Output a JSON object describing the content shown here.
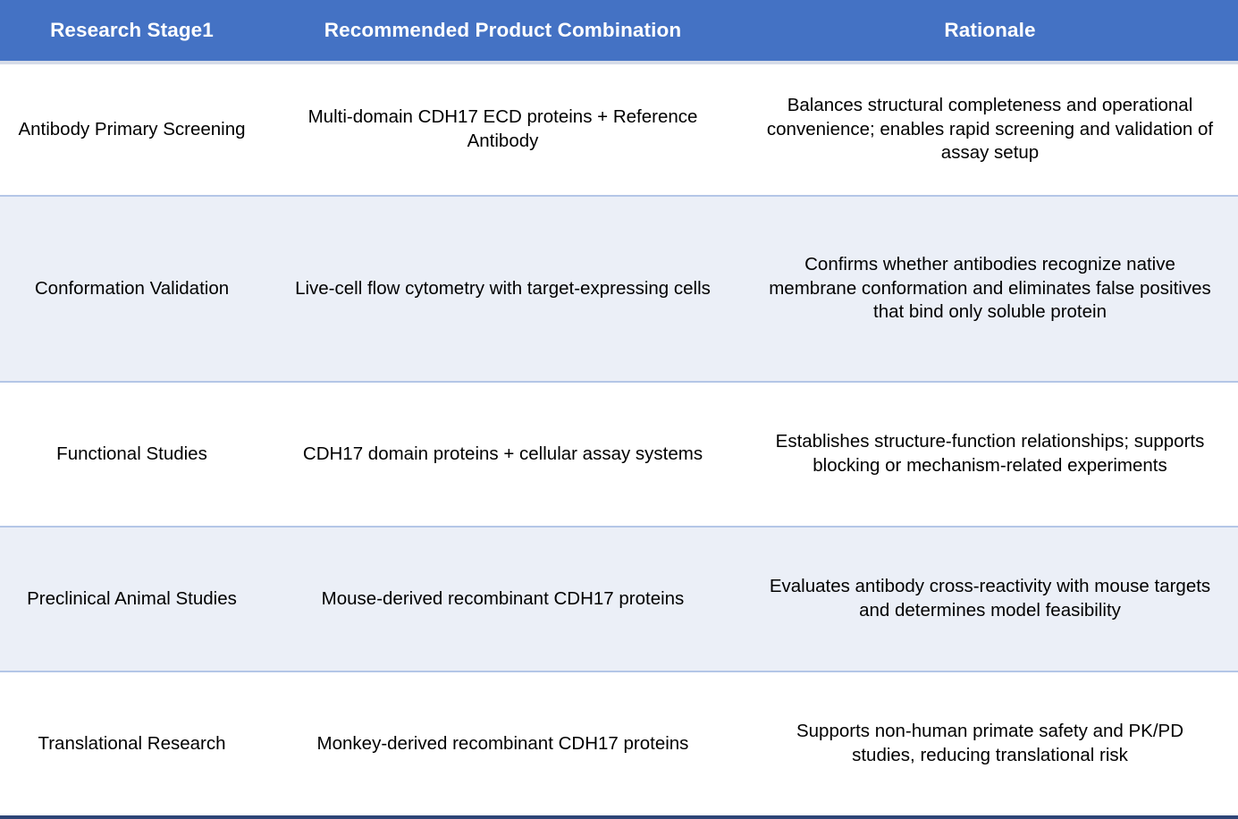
{
  "table": {
    "columns": [
      {
        "key": "stage",
        "label": "Research Stage1"
      },
      {
        "key": "combination",
        "label": "Recommended Product Combination"
      },
      {
        "key": "rationale",
        "label": "Rationale"
      }
    ],
    "rows": [
      {
        "stage": "Antibody Primary Screening",
        "combination": "Multi-domain CDH17 ECD proteins + Reference Antibody",
        "rationale": "Balances structural completeness and operational convenience; enables rapid screening and validation of assay setup"
      },
      {
        "stage": "Conformation Validation",
        "combination": "Live-cell flow cytometry with target-expressing cells",
        "rationale": "Confirms whether antibodies recognize native membrane conformation and eliminates false positives that bind only soluble protein"
      },
      {
        "stage": "Functional Studies",
        "combination": "CDH17 domain proteins + cellular assay systems",
        "rationale": "Establishes structure-function relationships; supports blocking or mechanism-related experiments"
      },
      {
        "stage": "Preclinical Animal Studies",
        "combination": "Mouse-derived recombinant CDH17 proteins",
        "rationale": "Evaluates antibody cross-reactivity with mouse targets and determines model feasibility"
      },
      {
        "stage": "Translational Research",
        "combination": "Monkey-derived recombinant CDH17 proteins",
        "rationale": "Supports non-human primate safety and PK/PD studies, reducing translational risk"
      }
    ]
  },
  "colors": {
    "header_background": "#4472C4",
    "header_text": "#FFFFFF",
    "header_underline": "#D6DCE8",
    "row_band_background": "#EBEFF7",
    "row_plain_background": "#FFFFFF",
    "row_separator": "#B4C6E7",
    "table_bottom_border": "#2E4576",
    "body_text": "#000000"
  }
}
